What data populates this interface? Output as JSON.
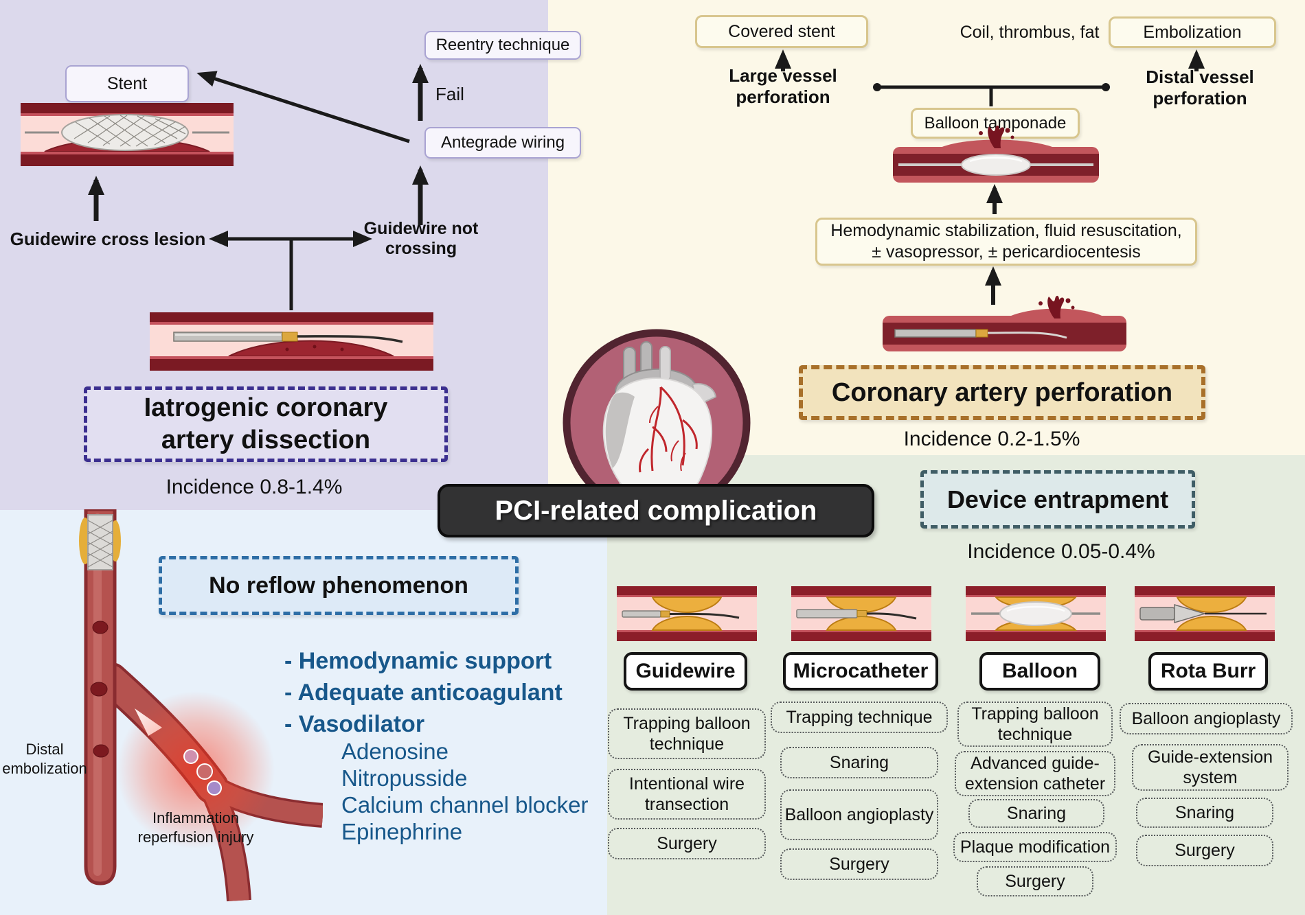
{
  "colors": {
    "dissection_bg": "#dcd9ec",
    "perforation_bg": "#fcf8e8",
    "no_reflow_bg": "#e8f1fa",
    "entrapment_bg": "#e5ecdf",
    "dissection_border": "#3b2f8f",
    "perforation_border": "#a8702a",
    "entrapment_border": "#3f5d66",
    "no_reflow_border": "#2e6ea6",
    "badge_bg": "#323233",
    "list_text": "#17578a"
  },
  "center": {
    "badge": "PCI-related complication"
  },
  "quadrants": {
    "dissection": {
      "stent_label": "Stent",
      "reentry_label": "Reentry technique",
      "fail_label": "Fail",
      "antegrade_label": "Antegrade wiring",
      "cross_label": "Guidewire cross lesion",
      "not_cross_label": "Guidewire not crossing",
      "title_line1": "Iatrogenic coronary",
      "title_line2": "artery dissection",
      "incidence": "Incidence 0.8-1.4%"
    },
    "perforation": {
      "covered_stent_label": "Covered stent",
      "coil_label": "Coil, thrombus, fat",
      "embolization_label": "Embolization",
      "large_vessel_label": "Large vessel perforation",
      "distal_vessel_label": "Distal vessel perforation",
      "balloon_tamponade_label": "Balloon tamponade",
      "stabilization_line1": "Hemodynamic stabilization, fluid resuscitation,",
      "stabilization_line2": "± vasopressor, ± pericardiocentesis",
      "title": "Coronary artery perforation",
      "incidence": "Incidence 0.2-1.5%"
    },
    "no_reflow": {
      "title": "No reflow phenomenon",
      "bullets": [
        "- Hemodynamic support",
        "- Adequate anticoagulant",
        "- Vasodilator"
      ],
      "drugs": [
        "Adenosine",
        "Nitropusside",
        "Calcium channel blocker",
        "Epinephrine"
      ],
      "distal_line1": "Distal",
      "distal_line2": "embolization",
      "inflammation_line1": "Inflammation",
      "inflammation_line2": "reperfusion injury"
    },
    "entrapment": {
      "title": "Device entrapment",
      "incidence": "Incidence 0.05-0.4%",
      "columns": [
        {
          "header": "Guidewire",
          "items": [
            "Trapping balloon technique",
            "Intentional wire transection",
            "Surgery"
          ]
        },
        {
          "header": "Microcatheter",
          "items": [
            "Trapping technique",
            "Snaring",
            "Balloon angioplasty",
            "Surgery"
          ]
        },
        {
          "header": "Balloon",
          "items": [
            "Trapping balloon technique",
            "Advanced guide-extension catheter",
            "Snaring",
            "Plaque modification",
            "Surgery"
          ]
        },
        {
          "header": "Rota Burr",
          "items": [
            "Balloon angioplasty",
            "Guide-extension system",
            "Snaring",
            "Surgery"
          ]
        }
      ]
    }
  }
}
